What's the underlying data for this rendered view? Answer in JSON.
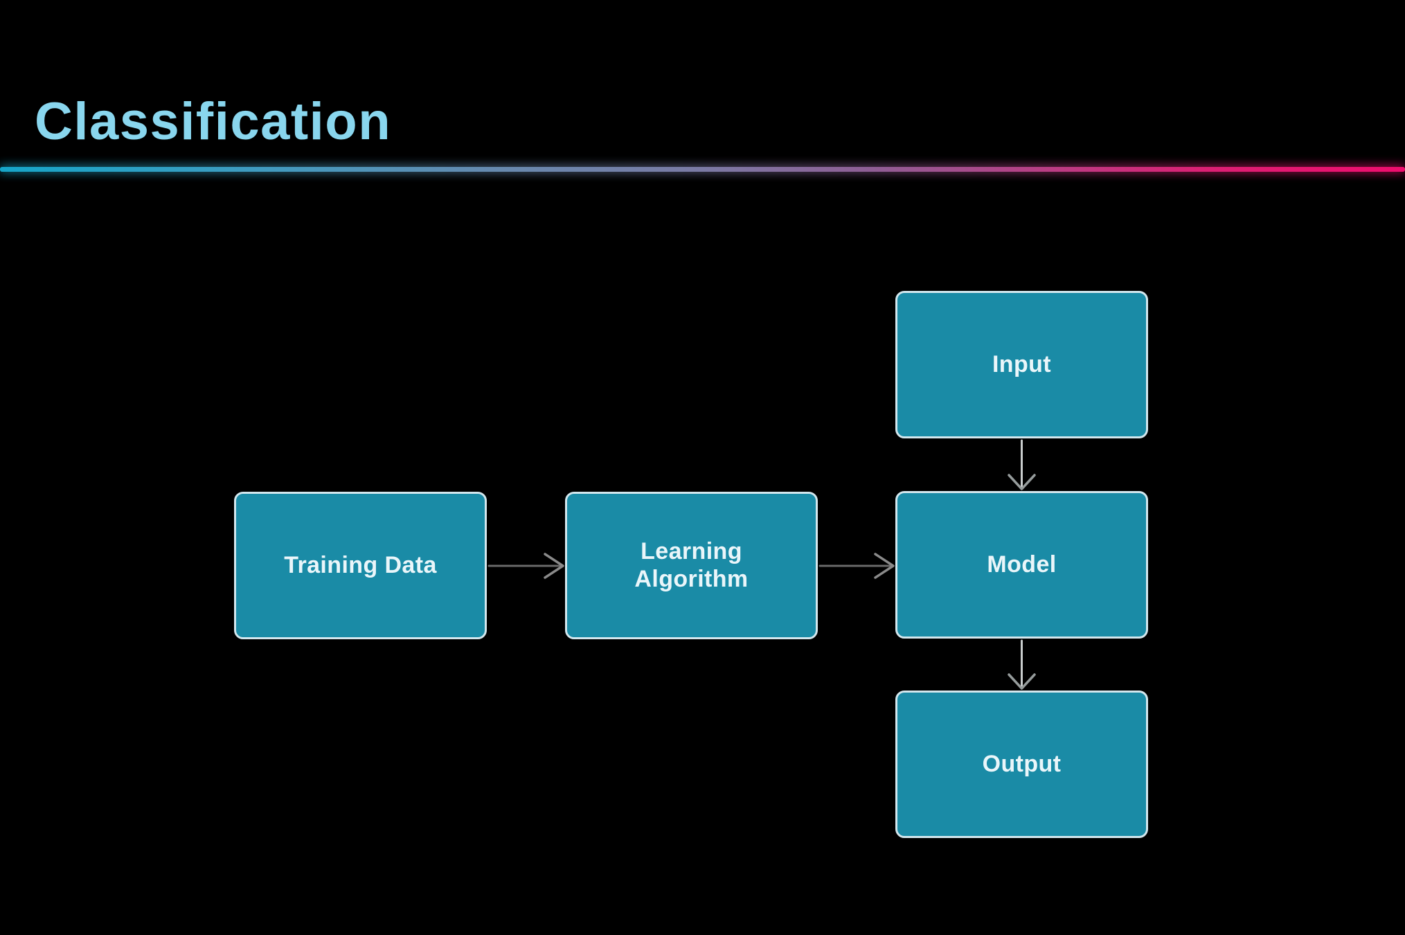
{
  "slide": {
    "title": "Classification"
  },
  "theme": {
    "background": "#000000",
    "title_color": "#89d6ee",
    "rule_gradient_left": "#16a5c8",
    "rule_gradient_mid": "#7b7aa4",
    "rule_gradient_right": "#ef0d6e",
    "node_fill": "#1a8ba6",
    "node_border": "#d3e7ee",
    "node_text_color": "#eaf6fa",
    "arrow_horizontal_line_color": "#6a6a6a",
    "arrow_horizontal_head_color": "#8a8a8a",
    "arrow_vertical_line_color": "#c9cdcd",
    "arrow_vertical_head_color": "#969c9c"
  },
  "diagram": {
    "nodes": [
      {
        "id": "input",
        "label": "Input"
      },
      {
        "id": "training-data",
        "label": "Training Data"
      },
      {
        "id": "learning-algorithm",
        "label": "Learning Algorithm"
      },
      {
        "id": "model",
        "label": "Model"
      },
      {
        "id": "output",
        "label": "Output"
      }
    ],
    "edges": [
      {
        "from": "training-data",
        "to": "learning-algorithm",
        "direction": "right"
      },
      {
        "from": "learning-algorithm",
        "to": "model",
        "direction": "right"
      },
      {
        "from": "input",
        "to": "model",
        "direction": "down"
      },
      {
        "from": "model",
        "to": "output",
        "direction": "down"
      }
    ]
  }
}
